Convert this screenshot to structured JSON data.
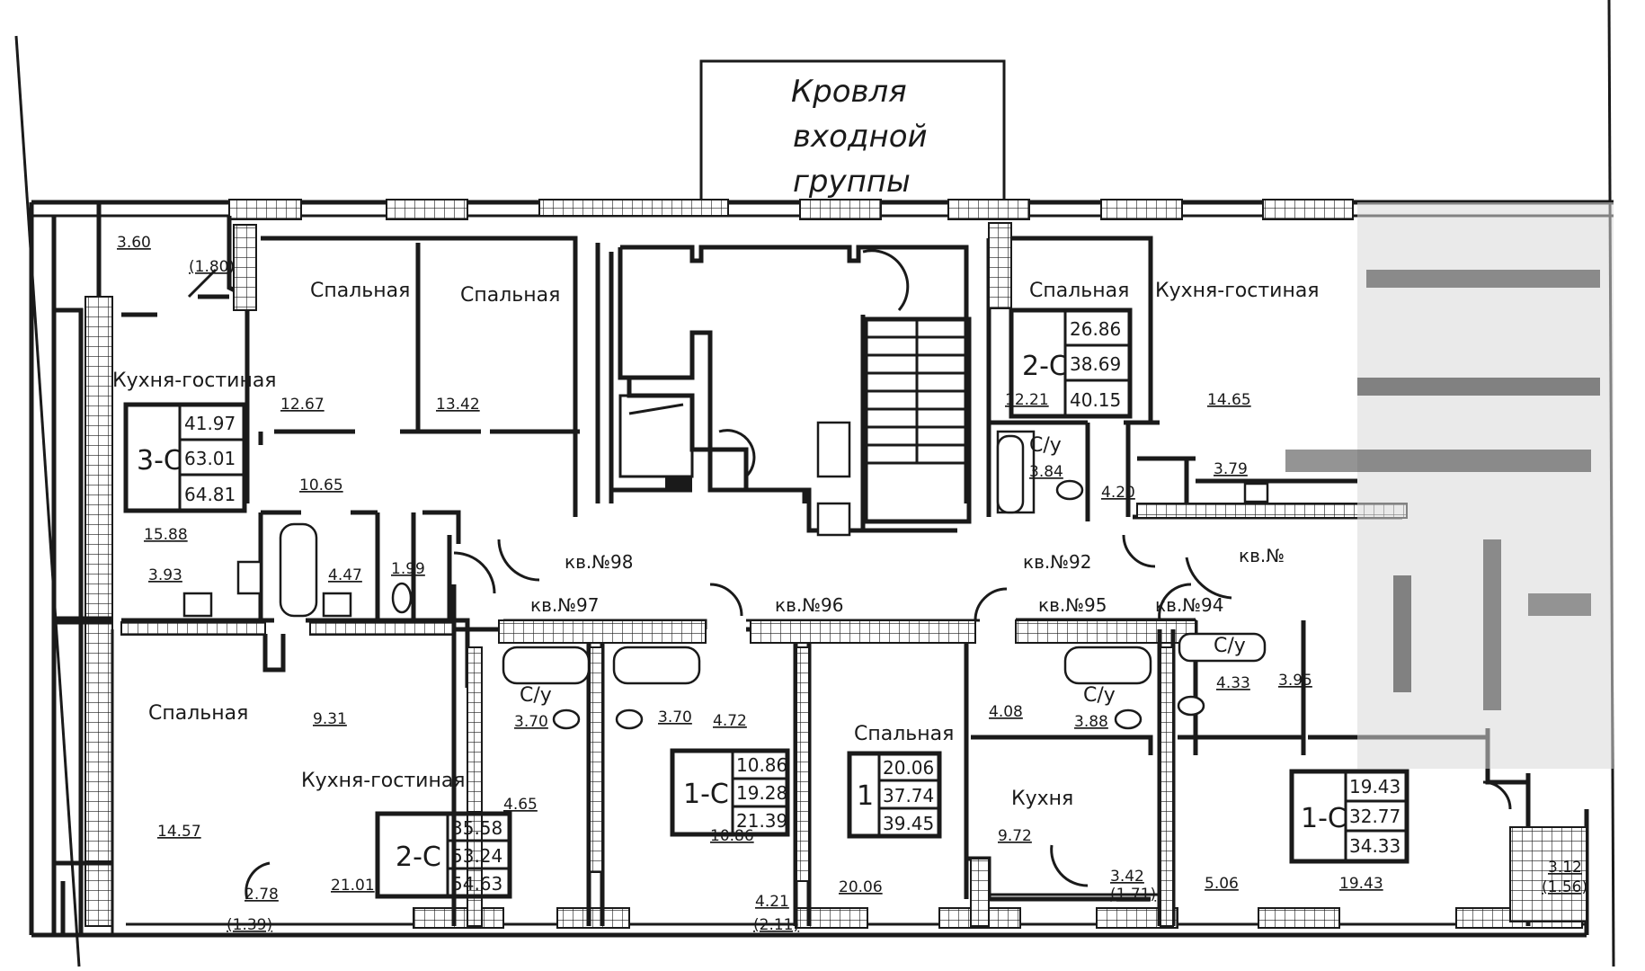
{
  "roof": {
    "line1": "Кровля",
    "line2": "входной",
    "line3": "группы"
  },
  "rooms": {
    "r_bed_a": "Спальная",
    "r_bed_b": "Спальная",
    "r_bed_c": "Спальная",
    "r_bed_d": "Спальная",
    "r_bed_e": "Спальная",
    "r_kl_a": "Кухня-гостиная",
    "r_kl_b": "Кухня-гостиная",
    "r_kl_c": "Кухня-гостиная",
    "r_kitchen": "Кухня",
    "r_wc_a": "С/у",
    "r_wc_b": "С/у",
    "r_wc_c": "С/у",
    "r_wc_d": "С/у"
  },
  "apartments": {
    "kv98": "кв.№98",
    "kv97": "кв.№97",
    "kv96": "кв.№96",
    "kv95": "кв.№95",
    "kv94": "кв.№94",
    "kv93": "кв.№",
    "kv92": "кв.№92"
  },
  "areas": {
    "a_360": "3.60",
    "a_180": "(1.80)",
    "a_1267": "12.67",
    "a_1342": "13.42",
    "a_1065": "10.65",
    "a_1588": "15.88",
    "a_393": "3.93",
    "a_447": "4.47",
    "a_199": "1.99",
    "a_1221": "12.21",
    "a_384": "3.84",
    "a_420": "4.20",
    "a_1465": "14.65",
    "a_379": "3.79",
    "a_931": "9.31",
    "a_370a": "3.70",
    "a_370b": "3.70",
    "a_472": "4.72",
    "a_465": "4.65",
    "a_1457": "14.57",
    "a_2101": "21.01",
    "a_278": "2.78",
    "a_139": "(1.39)",
    "a_1086": "10.86",
    "a_421": "4.21",
    "a_211": "(2.11)",
    "a_2006": "20.06",
    "a_408": "4.08",
    "a_388": "3.88",
    "a_972": "9.72",
    "a_342": "3.42",
    "a_171": "(1.71)",
    "a_433": "4.33",
    "a_395": "3.95",
    "a_506": "5.06",
    "a_1943": "19.43",
    "a_312": "3.12",
    "a_156": "(1.56)"
  },
  "boxes": {
    "b3c": {
      "id": "3-С",
      "v1": "41.97",
      "v2": "63.01",
      "v3": "64.81"
    },
    "b2c_top": {
      "id": "2-С",
      "v1": "26.86",
      "v2": "38.69",
      "v3": "40.15"
    },
    "b2c_bot": {
      "id": "2-С",
      "v1": "35.58",
      "v2": "53.24",
      "v3": "54.63"
    },
    "b1c_a": {
      "id": "1-С",
      "v1": "10.86",
      "v2": "19.28",
      "v3": "21.39"
    },
    "b1_b": {
      "id": "1",
      "v1": "20.06",
      "v2": "37.74",
      "v3": "39.45"
    },
    "b1c_c": {
      "id": "1-С",
      "v1": "19.43",
      "v2": "32.77",
      "v3": "34.33"
    }
  }
}
